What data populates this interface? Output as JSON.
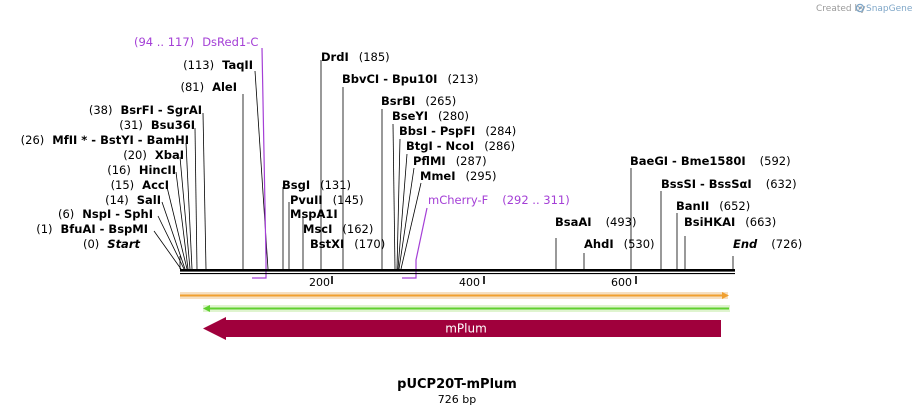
{
  "credit": {
    "prefix": "Created by",
    "brand": "SnapGene"
  },
  "title": "pUCP20T-mPlum",
  "length_label": "726 bp",
  "colors": {
    "primer": "#a43fd6",
    "feature_mplum": "#a0003c",
    "orange_bar": "#f0a030",
    "green_bar": "#60d030",
    "backbone": "#000000"
  },
  "ticks": [
    "200",
    "400",
    "600"
  ],
  "sites": [
    {
      "pos": "(0)",
      "name": "Start"
    },
    {
      "pos": "(1)",
      "name": "BfuAI  -  BspMI"
    },
    {
      "pos": "(6)",
      "name": "NspI  -  SphI"
    },
    {
      "pos": "(14)",
      "name": "SalI"
    },
    {
      "pos": "(15)",
      "name": "AccI"
    },
    {
      "pos": "(16)",
      "name": "HincII"
    },
    {
      "pos": "(20)",
      "name": "XbaI"
    },
    {
      "pos": "(26)",
      "name": "MfII * - BstYI  -  BamHI"
    },
    {
      "pos": "(31)",
      "name": "Bsu36I"
    },
    {
      "pos": "(38)",
      "name": "BsrFI  -  SgrAI"
    },
    {
      "pos": "(81)",
      "name": "AleI"
    },
    {
      "pos": "(113)",
      "name": "TaqII"
    },
    {
      "pos": "(131)",
      "name": "BsgI"
    },
    {
      "pos": "(145)",
      "name": "PvuII"
    },
    {
      "pos": "",
      "name": "MspA1I"
    },
    {
      "pos": "(162)",
      "name": "MscI"
    },
    {
      "pos": "(170)",
      "name": "BstXI"
    },
    {
      "pos": "(185)",
      "name": "DrdI"
    },
    {
      "pos": "(213)",
      "name": "BbvCI  -  Bpu10I"
    },
    {
      "pos": "(265)",
      "name": "BsrBI"
    },
    {
      "pos": "(280)",
      "name": "BseYI"
    },
    {
      "pos": "(284)",
      "name": "BbsI  -  PspFI"
    },
    {
      "pos": "(286)",
      "name": "BtgI  -  NcoI"
    },
    {
      "pos": "(287)",
      "name": "PflMI"
    },
    {
      "pos": "(295)",
      "name": "MmeI"
    },
    {
      "pos": "(493)",
      "name": "BsaAI"
    },
    {
      "pos": "(530)",
      "name": "AhdI"
    },
    {
      "pos": "(592)",
      "name": "BaeGI  -  Bme1580I"
    },
    {
      "pos": "(632)",
      "name": "BssSI  -  BssSαI"
    },
    {
      "pos": "(652)",
      "name": "BanII"
    },
    {
      "pos": "(663)",
      "name": "BsiHKAI"
    },
    {
      "pos": "(726)",
      "name": "End"
    }
  ],
  "primers": [
    {
      "range": "(94 .. 117)",
      "name": "DsRed1-C"
    },
    {
      "range": "(292 .. 311)",
      "name": "mCherry-F"
    }
  ],
  "features": [
    {
      "name": "mPlum",
      "direction": "reverse"
    }
  ]
}
